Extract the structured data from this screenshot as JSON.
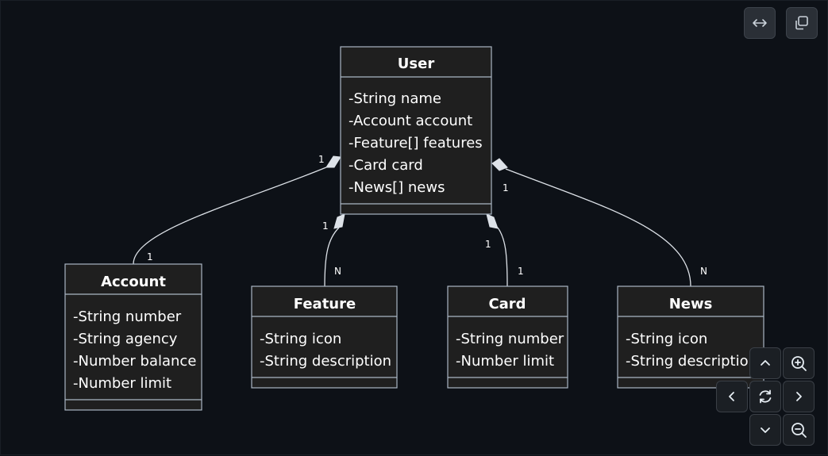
{
  "classes": [
    {
      "id": "user",
      "name": "User",
      "attributes": [
        "-String name",
        "-Account account",
        "-Feature[] features",
        "-Card card",
        "-News[] news"
      ]
    },
    {
      "id": "account",
      "name": "Account",
      "attributes": [
        "-String number",
        "-String agency",
        "-Number balance",
        "-Number limit"
      ]
    },
    {
      "id": "feature",
      "name": "Feature",
      "attributes": [
        "-String icon",
        "-String description"
      ]
    },
    {
      "id": "card",
      "name": "Card",
      "attributes": [
        "-String number",
        "-Number limit"
      ]
    },
    {
      "id": "news",
      "name": "News",
      "attributes": [
        "-String icon",
        "-String description"
      ]
    }
  ],
  "relations": [
    {
      "from": "user",
      "to": "account",
      "type": "composition",
      "from_card": "1",
      "to_card": "1"
    },
    {
      "from": "user",
      "to": "feature",
      "type": "composition",
      "from_card": "1",
      "to_card": "N"
    },
    {
      "from": "user",
      "to": "card",
      "type": "composition",
      "from_card": "1",
      "to_card": "1"
    },
    {
      "from": "user",
      "to": "news",
      "type": "composition",
      "from_card": "1",
      "to_card": "N"
    }
  ],
  "toolbar": [
    {
      "name": "fit-width-button",
      "icon": "arrows-horizontal-icon"
    },
    {
      "name": "copy-button",
      "icon": "copy-icon"
    }
  ],
  "controls": [
    {
      "name": "pan-up-button",
      "icon": "chevron-up-icon"
    },
    {
      "name": "zoom-in-button",
      "icon": "zoom-in-icon"
    },
    {
      "name": "pan-left-button",
      "icon": "chevron-left-icon"
    },
    {
      "name": "reset-view-button",
      "icon": "refresh-icon"
    },
    {
      "name": "pan-right-button",
      "icon": "chevron-right-icon"
    },
    {
      "name": "pan-down-button",
      "icon": "chevron-down-icon"
    },
    {
      "name": "zoom-out-button",
      "icon": "zoom-out-icon"
    }
  ],
  "colors": {
    "background": "#0d1117",
    "box_fill": "#1f1f1f",
    "box_stroke": "#aab6c4",
    "text": "#ffffff",
    "edge": "#dde2e8"
  }
}
